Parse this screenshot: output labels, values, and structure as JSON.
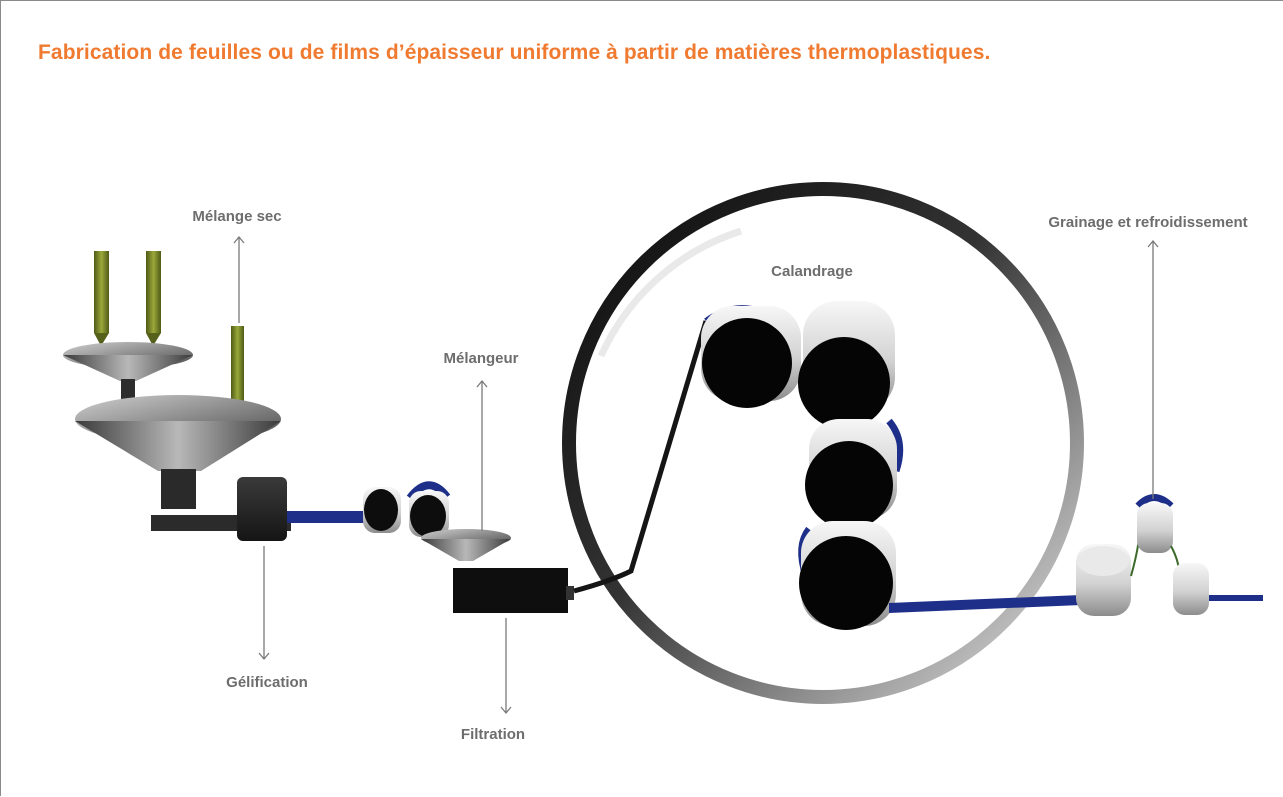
{
  "title": "Fabrication de feuilles ou de films d’épaisseur uniforme à partir de matières thermoplastiques.",
  "labels": {
    "melange_sec": "Mélange sec",
    "melangeur": "Mélangeur",
    "calandrage": "Calandrage",
    "grainage": "Grainage et refroidissement",
    "gelification": "Gélification",
    "filtration": "Filtration"
  },
  "colors": {
    "title": "#ef7a30",
    "label": "#6d6d6d",
    "film": "#1e2f8a",
    "roller_face": "#050505",
    "roller_body": "#d9d9d9",
    "injector": "#7d8c2a"
  }
}
